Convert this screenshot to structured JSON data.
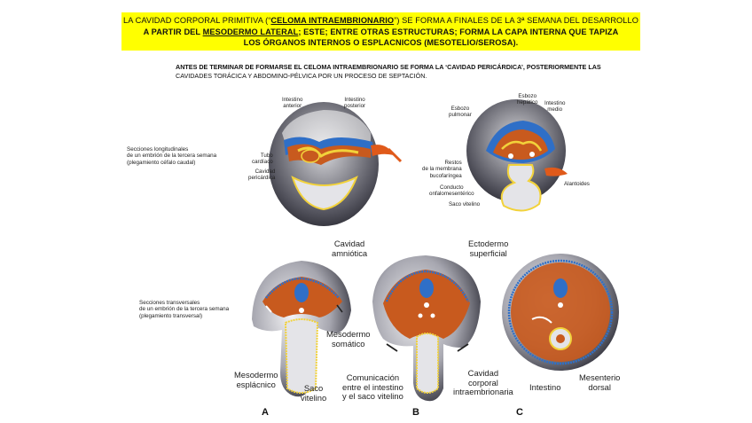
{
  "banner": {
    "line1_a": "LA CAVIDAD CORPORAL PRIMITIVA (“",
    "line1_b": "CELOMA INTRAEMBRIONARIO",
    "line1_c": "”) SE FORMA A FINALES DE LA 3ª SEMANA DEL DESARROLLO",
    "line2_a": "A PARTIR DEL ",
    "line2_b": "MESODERMO LATERAL",
    "line2_c": "; ESTE; ENTRE OTRAS ESTRUCTURAS; FORMA LA CAPA INTERNA QUE TAPIZA",
    "line3": "LOS ÓRGANOS INTERNOS O ESPLACNICOS (MESOTELIO/SEROSA)."
  },
  "intro": {
    "line1": "ANTES DE TERMINAR DE FORMARSE EL CELOMA INTRAEMBRIONARIO SE FORMA LA ‘CAVIDAD PERICÁRDICA’, POSTERIORMENTE LAS",
    "line2": "CAVIDADES TORÁCICA Y ABDOMINO-PÉLVICA POR UN PROCESO DE SEPTACIÓN."
  },
  "longitudinal": {
    "caption": [
      "Secciones longitudinales",
      "de un embrión de la tercera semana",
      "(plegamiento céfalo caudal)"
    ],
    "fig1": {
      "intestino_anterior": [
        "Intestino",
        "anterior"
      ],
      "intestino_posterior": [
        "Intestino",
        "posterior"
      ],
      "tubo_cardiaco": [
        "Tubo",
        "cardíaco"
      ],
      "cavidad_pericardica": [
        "Cavidad",
        "pericárdica"
      ]
    },
    "fig2": {
      "esbozo_pulmonar": [
        "Esbozo",
        "pulmonar"
      ],
      "esbozo_hepatico": [
        "Esbozo",
        "hepático"
      ],
      "intestino_medio": [
        "Intestino",
        "medio"
      ],
      "restos_membrana": [
        "Restos",
        "de la membrana",
        "bucofaríngea"
      ],
      "conducto": [
        "Conducto",
        "onfalomesentérico"
      ],
      "saco_vitelino": "Saco vitelino",
      "alantoides": "Alantoides"
    }
  },
  "transversal": {
    "caption": [
      "Secciones transversales",
      "de un embrión de la tercera semana",
      "(plegamiento transversal)"
    ],
    "cavidad_amniotica": [
      "Cavidad",
      "amniótica"
    ],
    "ectodermo": [
      "Ectodermo",
      "superficial"
    ],
    "mesodermo_somatico": [
      "Mesodermo",
      "somático"
    ],
    "mesodermo_esplacnico": [
      "Mesodermo",
      "esplácnico"
    ],
    "saco_vitelino": [
      "Saco",
      "vitelino"
    ],
    "comunicacion": [
      "Comunicación",
      "entre el intestino",
      "y el saco vitelino"
    ],
    "cavidad_corporal": [
      "Cavidad",
      "corporal",
      "intraembrionaria"
    ],
    "intestino": "Intestino",
    "mesenterio": [
      "Mesenterio",
      "dorsal"
    ],
    "letters": [
      "A",
      "B",
      "C"
    ]
  },
  "colors": {
    "banner": "#ffff00",
    "ectoderm_blue": "#2f6fc7",
    "mesoderm_orange": "#c85a1e",
    "endoderm_yellow": "#f2d23a",
    "shadow_gray": "#8a8a92"
  }
}
